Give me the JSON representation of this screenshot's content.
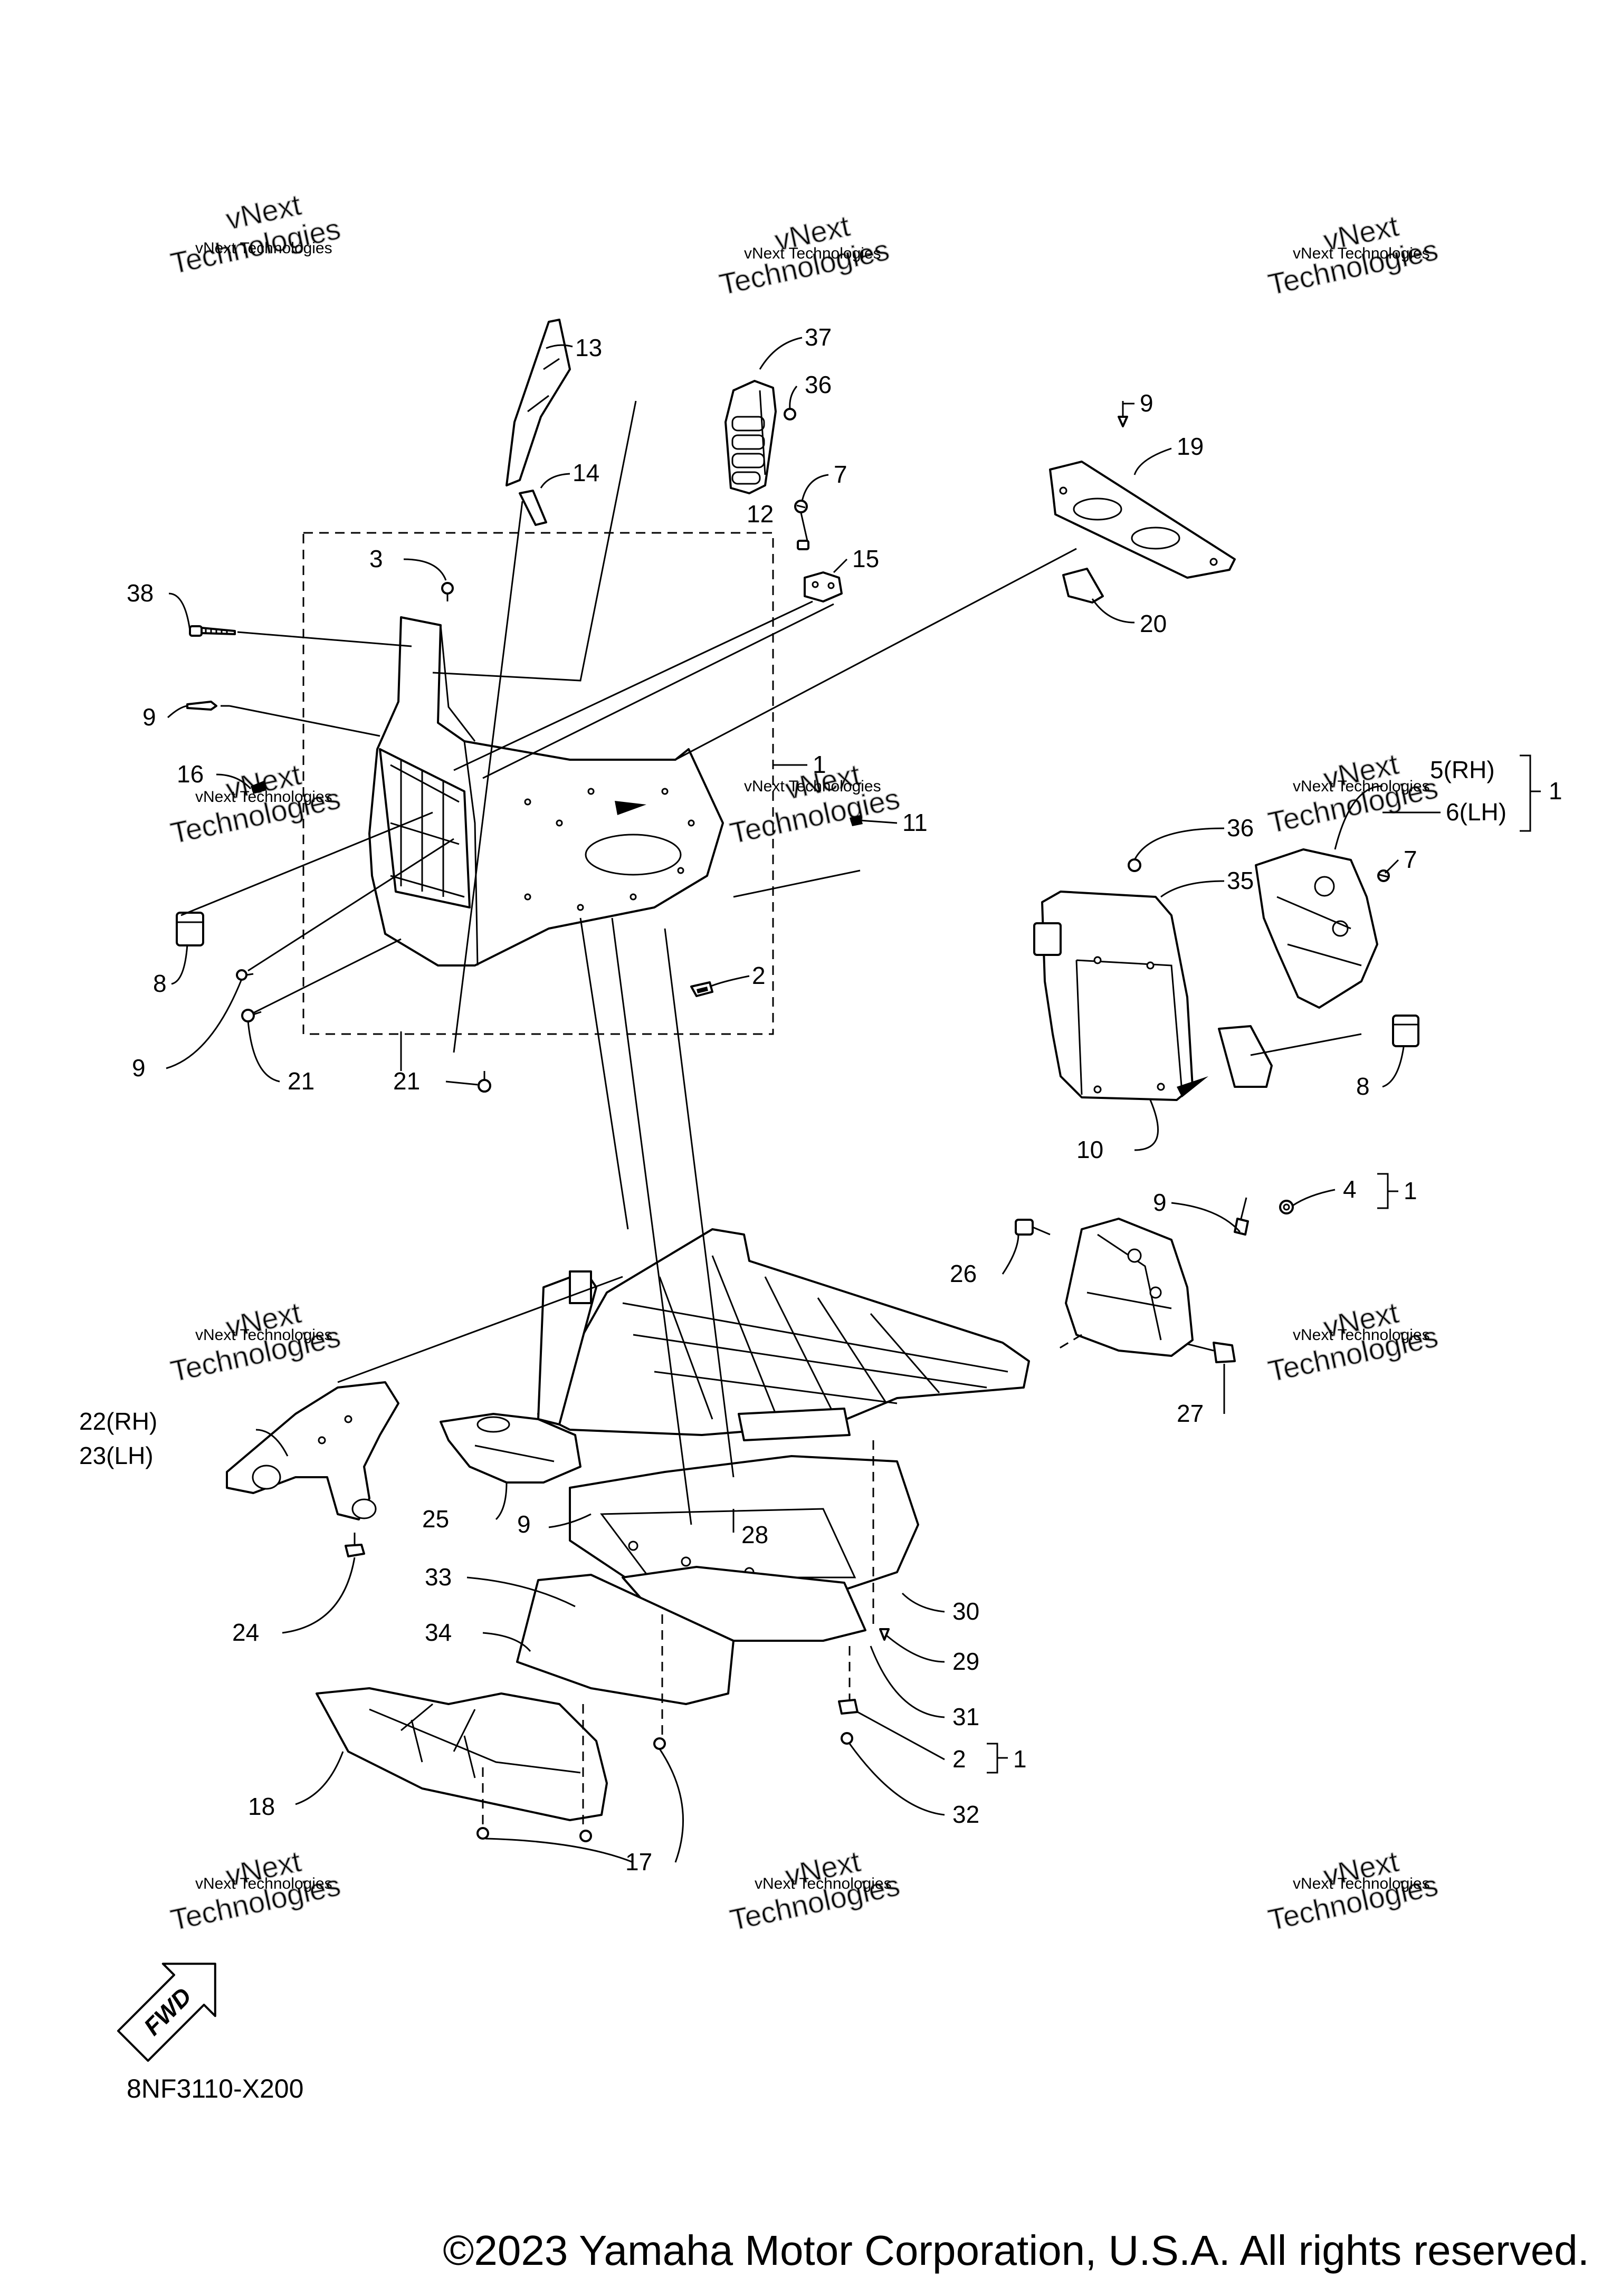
{
  "diagram": {
    "drawing_code": "8NF3110-X200",
    "copyright": "©2023 Yamaha Motor Corporation, U.S.A. All rights reserved.",
    "fwd_label": "FWD",
    "watermark": {
      "line1": "vNext Technologies",
      "line2": "vNext",
      "line3": "Technologies"
    },
    "callouts": [
      {
        "id": "c13",
        "label": "13"
      },
      {
        "id": "c37",
        "label": "37"
      },
      {
        "id": "c36a",
        "label": "36"
      },
      {
        "id": "c9a",
        "label": "9"
      },
      {
        "id": "c19",
        "label": "19"
      },
      {
        "id": "c14",
        "label": "14"
      },
      {
        "id": "c7a",
        "label": "7"
      },
      {
        "id": "c12",
        "label": "12"
      },
      {
        "id": "c3",
        "label": "3"
      },
      {
        "id": "c15",
        "label": "15"
      },
      {
        "id": "c20",
        "label": "20"
      },
      {
        "id": "c38",
        "label": "38"
      },
      {
        "id": "c9b",
        "label": "9"
      },
      {
        "id": "c1a",
        "label": "1"
      },
      {
        "id": "c16",
        "label": "16"
      },
      {
        "id": "c11",
        "label": "11"
      },
      {
        "id": "c5",
        "label": "5(RH)"
      },
      {
        "id": "c6",
        "label": "6(LH)"
      },
      {
        "id": "c1b",
        "label": "1"
      },
      {
        "id": "c36b",
        "label": "36"
      },
      {
        "id": "c7b",
        "label": "7"
      },
      {
        "id": "c35",
        "label": "35"
      },
      {
        "id": "c2a",
        "label": "2"
      },
      {
        "id": "c8a",
        "label": "8"
      },
      {
        "id": "c9c",
        "label": "9"
      },
      {
        "id": "c21a",
        "label": "21"
      },
      {
        "id": "c21b",
        "label": "21"
      },
      {
        "id": "c8b",
        "label": "8"
      },
      {
        "id": "c10",
        "label": "10"
      },
      {
        "id": "c4",
        "label": "4"
      },
      {
        "id": "c1c",
        "label": "1"
      },
      {
        "id": "c9d",
        "label": "9"
      },
      {
        "id": "c26",
        "label": "26"
      },
      {
        "id": "c27",
        "label": "27"
      },
      {
        "id": "c22",
        "label": "22(RH)"
      },
      {
        "id": "c23",
        "label": "23(LH)"
      },
      {
        "id": "c25",
        "label": "25"
      },
      {
        "id": "c9e",
        "label": "9"
      },
      {
        "id": "c28",
        "label": "28"
      },
      {
        "id": "c33",
        "label": "33"
      },
      {
        "id": "c30",
        "label": "30"
      },
      {
        "id": "c34",
        "label": "34"
      },
      {
        "id": "c29",
        "label": "29"
      },
      {
        "id": "c24",
        "label": "24"
      },
      {
        "id": "c31",
        "label": "31"
      },
      {
        "id": "c2b",
        "label": "2"
      },
      {
        "id": "c1d",
        "label": "1"
      },
      {
        "id": "c18",
        "label": "18"
      },
      {
        "id": "c32",
        "label": "32"
      },
      {
        "id": "c17",
        "label": "17"
      }
    ]
  }
}
